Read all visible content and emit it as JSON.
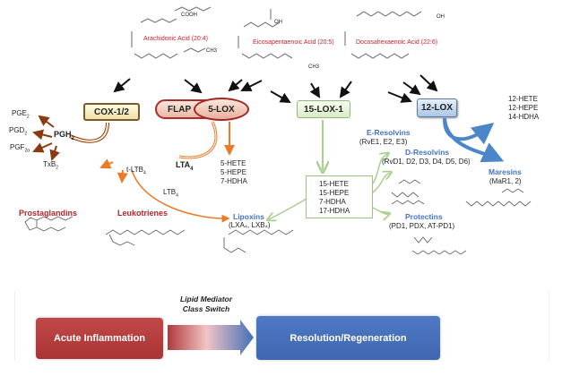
{
  "precursors": [
    {
      "name": "Arachidonic Acid (20:4)",
      "terminal_groups": [
        "COOH",
        "CH3"
      ]
    },
    {
      "name": "Eicosapentaenoic Acid (20:5)",
      "terminal_groups": [
        "OH",
        "CH3"
      ]
    },
    {
      "name": "Docosahexaenoic Acid (22:6)",
      "terminal_groups": [
        "OH"
      ]
    }
  ],
  "enzymes": {
    "cox": "COX-1/2",
    "flap": "FLAP",
    "lox5": "5-LOX",
    "lox15": "15-LOX-1",
    "lox12": "12-LOX"
  },
  "cox_branch": {
    "intermediate": "PGH",
    "intermediate_sub": "2",
    "products": [
      {
        "base": "PGE",
        "sub": "2"
      },
      {
        "base": "PGD",
        "sub": "2"
      },
      {
        "base": "PGF",
        "sub": "2α"
      },
      {
        "base": "TxB",
        "sub": "2"
      }
    ],
    "class_label": "Prostaglandins"
  },
  "lox5_branch": {
    "intermediate": "LTA",
    "intermediate_sub": "4",
    "products": [
      {
        "base": "t-LTB",
        "sub": "4"
      },
      {
        "base": "LTB",
        "sub": "4"
      }
    ],
    "hydroxy_products": [
      "5-HETE",
      "5-HEPE",
      "7-HDHA"
    ],
    "class_label": "Leukotrienes"
  },
  "lipoxins": {
    "label": "Lipoxins",
    "members": "(LXA₄, LXB₄)"
  },
  "lox15_branch": {
    "products": [
      "15-HETE",
      "15-HEPE",
      "7-HDHA",
      "17-HDHA"
    ]
  },
  "resolvins_e": {
    "label": "E-Resolvins",
    "members": "(RvE1, E2, E3)"
  },
  "resolvins_d": {
    "label": "D-Resolvins",
    "members": "(RvD1, D2, D3, D4, D5, D6)"
  },
  "protectins": {
    "label": "Protectins",
    "members": "(PD1, PDX, AT-PD1)"
  },
  "lox12_branch": {
    "products": [
      "12-HETE",
      "12-HEPE",
      "14-HDHA"
    ]
  },
  "maresins": {
    "label": "Maresins",
    "members": "(MaR1, 2)"
  },
  "bottom": {
    "acute": "Acute Inflammation",
    "switch_line1": "Lipid Mediator",
    "switch_line2": "Class Switch",
    "resolution": "Resolution/Regeneration"
  },
  "colors": {
    "acid_label": "#d0202a",
    "class_red": "#b5242b",
    "class_blue": "#4473c4",
    "cox_arrow": "#8a3a12",
    "lox5_arrow": "#ec7a26",
    "lox15_arrow": "#a8d08d",
    "lox12_arrow": "#4a86c8",
    "acute_box": "#b03a3a",
    "resolution_box": "#4470b8"
  }
}
